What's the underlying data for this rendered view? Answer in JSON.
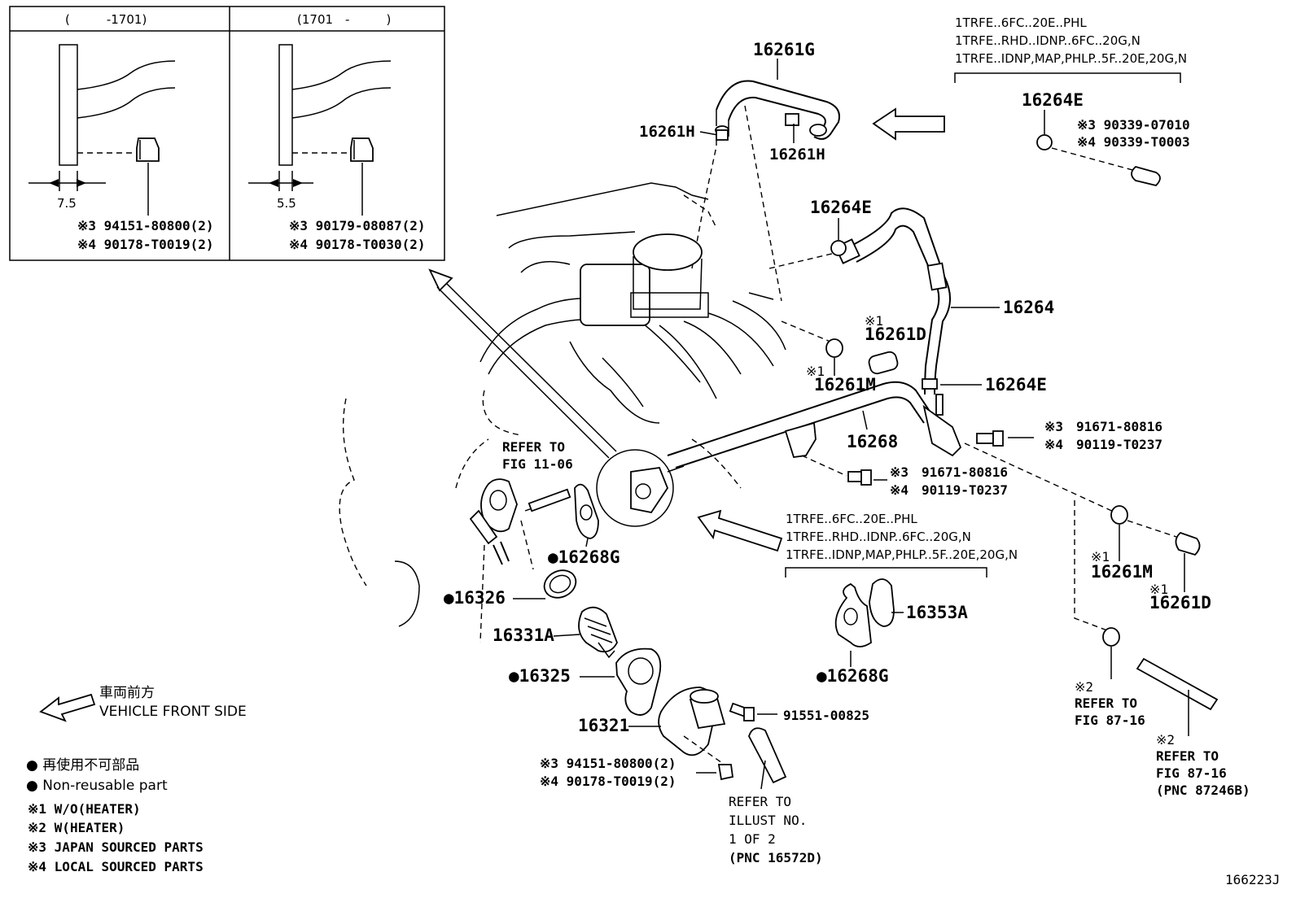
{
  "inset": {
    "left_header": "(　　　-1701)",
    "right_header": "(1701　-　　　)",
    "left_dim": "7.5",
    "right_dim": "5.5",
    "left_part_3": "※3 94151-80800(2)",
    "left_part_4": "※4 90178-T0019(2)",
    "right_part_3": "※3 90179-08087(2)",
    "right_part_4": "※4 90178-T0030(2)"
  },
  "top_conditions": [
    "1TRFE..6FC..20E..PHL",
    "1TRFE..RHD..IDNP..6FC..20G,N",
    "1TRFE..IDNP,MAP,PHLP..5F..20E,20G,N"
  ],
  "mid_conditions": [
    "1TRFE..6FC..20E..PHL",
    "1TRFE..RHD..IDNP..6FC..20G,N",
    "1TRFE..IDNP,MAP,PHLP..5F..20E,20G,N"
  ],
  "labels": {
    "p16261G": "16261G",
    "p16261H_left": "16261H",
    "p16261H_right": "16261H",
    "p16264E_top": "16264E",
    "p16264E_mid": "16264E",
    "p16264E_low": "16264E",
    "p16264": "16264",
    "p16261D_mid_mark": "※1",
    "p16261D_mid": "16261D",
    "p16261M_mid_mark": "※1",
    "p16261M_mid": "16261M",
    "p16268": "16268",
    "p16268G_left": "●16268G",
    "p16268G_right": "●16268G",
    "p16326": "●16326",
    "p16331A": "16331A",
    "p16325": "●16325",
    "p16321": "16321",
    "p16353A": "16353A",
    "p16261M_right_mark": "※1",
    "p16261M_right": "16261M",
    "p16261D_right_mark": "※1",
    "p16261D_right": "16261D",
    "top_right_3": "※3 90339-07010",
    "top_right_4": "※4 90339-T0003",
    "bolt1_3": "※3　91671-80816",
    "bolt1_4": "※4　90119-T0237",
    "bolt2_3": "※3　91671-80816",
    "bolt2_4": "※4　90119-T0237",
    "bolt3": "91551-00825",
    "bottom_bolt_3": "※3 94151-80800(2)",
    "bottom_bolt_4": "※4 90178-T0019(2)",
    "refer_fig_1": "REFER TO",
    "refer_fig_2": "FIG 11-06",
    "refer_illust_1": "REFER TO",
    "refer_illust_2": "ILLUST NO.",
    "refer_illust_3": "1 OF 2",
    "refer_illust_4": "(PNC 16572D)",
    "refer87a_mark": "※2",
    "refer87a_1": "REFER TO",
    "refer87a_2": "FIG 87-16",
    "refer87b_mark": "※2",
    "refer87b_1": "REFER TO",
    "refer87b_2": "FIG 87-16",
    "refer87b_3": "(PNC 87246B)"
  },
  "legend": {
    "front_jp": "車両前方",
    "front_en": "VEHICLE FRONT SIDE",
    "nonreuse_jp": "● 再使用不可部品",
    "nonreuse_en": "● Non-reusable part",
    "note1": "※1 W/O(HEATER)",
    "note2": "※2 W(HEATER)",
    "note3": "※3 JAPAN SOURCED PARTS",
    "note4": "※4 LOCAL SOURCED PARTS"
  },
  "figure_id": "166223J"
}
